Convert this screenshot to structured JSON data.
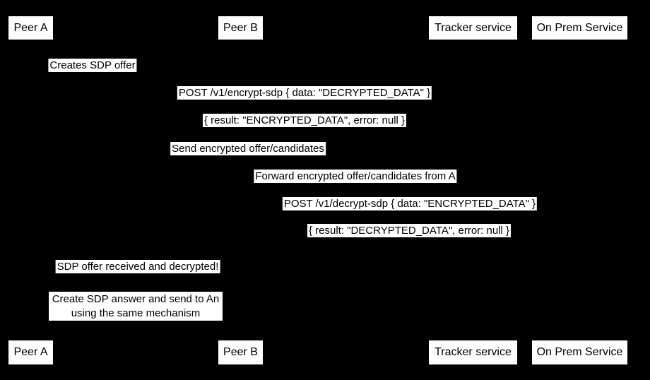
{
  "diagram": {
    "kind": "sequence-diagram",
    "background_color": "#000000",
    "box_fill_color": "#ffffff",
    "box_text_color": "#000000",
    "line_color": "#000000"
  },
  "actors": [
    {
      "id": "peer-a",
      "label": "Peer A"
    },
    {
      "id": "peer-b",
      "label": "Peer B"
    },
    {
      "id": "tracker",
      "label": "Tracker service"
    },
    {
      "id": "onprem",
      "label": "On Prem Service"
    }
  ],
  "messages": [
    {
      "label": "Creates SDP offer",
      "from": "Peer A",
      "to": "Peer A"
    },
    {
      "label": "POST /v1/encrypt-sdp { data: \"DECRYPTED_DATA\" }",
      "from": "Peer A",
      "to": "On Prem Service"
    },
    {
      "label": "{ result: \"ENCRYPTED_DATA\", error: null }",
      "from": "On Prem Service",
      "to": "Peer A"
    },
    {
      "label": "Send encrypted offer/candidates",
      "from": "Peer A",
      "to": "Tracker service"
    },
    {
      "label": "Forward encrypted offer/candidates from A",
      "from": "Tracker service",
      "to": "Peer B"
    },
    {
      "label": "POST /v1/decrypt-sdp { data: \"ENCRYPTED_DATA\" }",
      "from": "Peer B",
      "to": "On Prem Service"
    },
    {
      "label": "{ result: \"DECRYPTED_DATA\", error: null }",
      "from": "On Prem Service",
      "to": "Peer B"
    },
    {
      "label": "SDP offer received and decrypted!",
      "from": "Peer B",
      "to": "Peer A"
    }
  ],
  "note": {
    "line1": "Create SDP answer and send to An",
    "line2": "using the same mechanism"
  }
}
